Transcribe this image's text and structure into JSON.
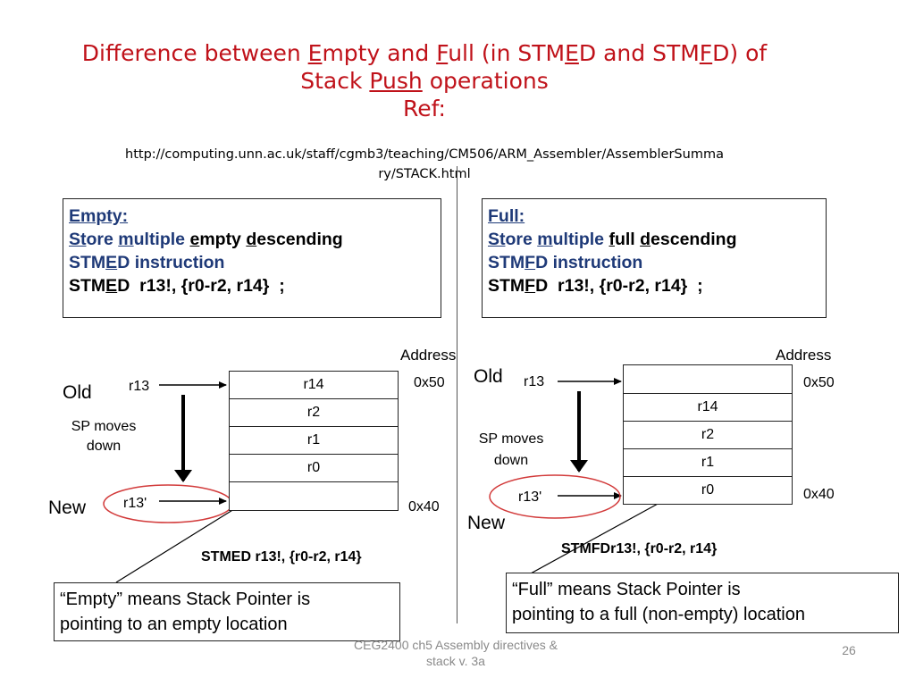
{
  "title": {
    "line1": [
      "Difference between ",
      "E",
      "mpty and ",
      "F",
      "ull (in STM",
      "E",
      "D and STM",
      "F",
      "D) of"
    ],
    "line2": [
      "Stack ",
      "Push",
      " operations"
    ],
    "line3": "Ref:"
  },
  "ref_url": {
    "line1": "http://computing.unn.ac.uk/staff/cgmb3/teaching/CM506/ARM_Assembler/AssemblerSumma",
    "line2": "ry/STACK.html"
  },
  "empty_box": {
    "heading": "Empty:",
    "line2": [
      "St",
      "ore ",
      "m",
      "ultiple ",
      "e",
      "mpty ",
      "d",
      "escending"
    ],
    "line3": [
      "STM",
      "E",
      "D instruction"
    ],
    "line4": [
      "STM",
      "E",
      "D  r13!, {r0-r2, r14}  ;"
    ]
  },
  "full_box": {
    "heading": "Full:",
    "line2": [
      "St",
      "ore ",
      "m",
      "ultiple ",
      "f",
      "ull ",
      "d",
      "escending"
    ],
    "line3": [
      "STM",
      "F",
      "D instruction"
    ],
    "line4": [
      "STM",
      "F",
      "D  r13!, {r0-r2, r14}  ;"
    ]
  },
  "left_diagram": {
    "address_header": "Address",
    "old": "Old",
    "new": "New",
    "sp_label": "r13",
    "sp_new_label": "r13'",
    "sp_moves": [
      "SP moves",
      "down"
    ],
    "cells": [
      "r14",
      "r2",
      "r1",
      "r0",
      ""
    ],
    "addr_top": "0x50",
    "addr_bottom": "0x40",
    "caption": "STMED r13!, {r0-r2, r14}"
  },
  "right_diagram": {
    "address_header": "Address",
    "old": "Old",
    "new": "New",
    "sp_label": "r13",
    "sp_new_label": "r13'",
    "sp_moves": [
      "SP moves",
      "down"
    ],
    "cells": [
      "",
      "r14",
      "r2",
      "r1",
      "r0"
    ],
    "addr_top": "0x50",
    "addr_bottom": "0x40",
    "caption": "STMFDr13!, {r0-r2, r14}"
  },
  "empty_note": [
    "“Empty” means Stack Pointer is",
    "pointing to  an empty location"
  ],
  "full_note": [
    "“Full” means Stack Pointer is",
    "pointing to  a full (non-empty) location"
  ],
  "footer": {
    "course": [
      "CEG2400 ch5 Assembly directives &",
      "stack v. 3a"
    ],
    "page_number": "26"
  },
  "colors": {
    "title": "#c0121a",
    "box_blue": "#1f3a78",
    "callout_line": "#d23a3a",
    "footer": "#8a8a8a"
  }
}
